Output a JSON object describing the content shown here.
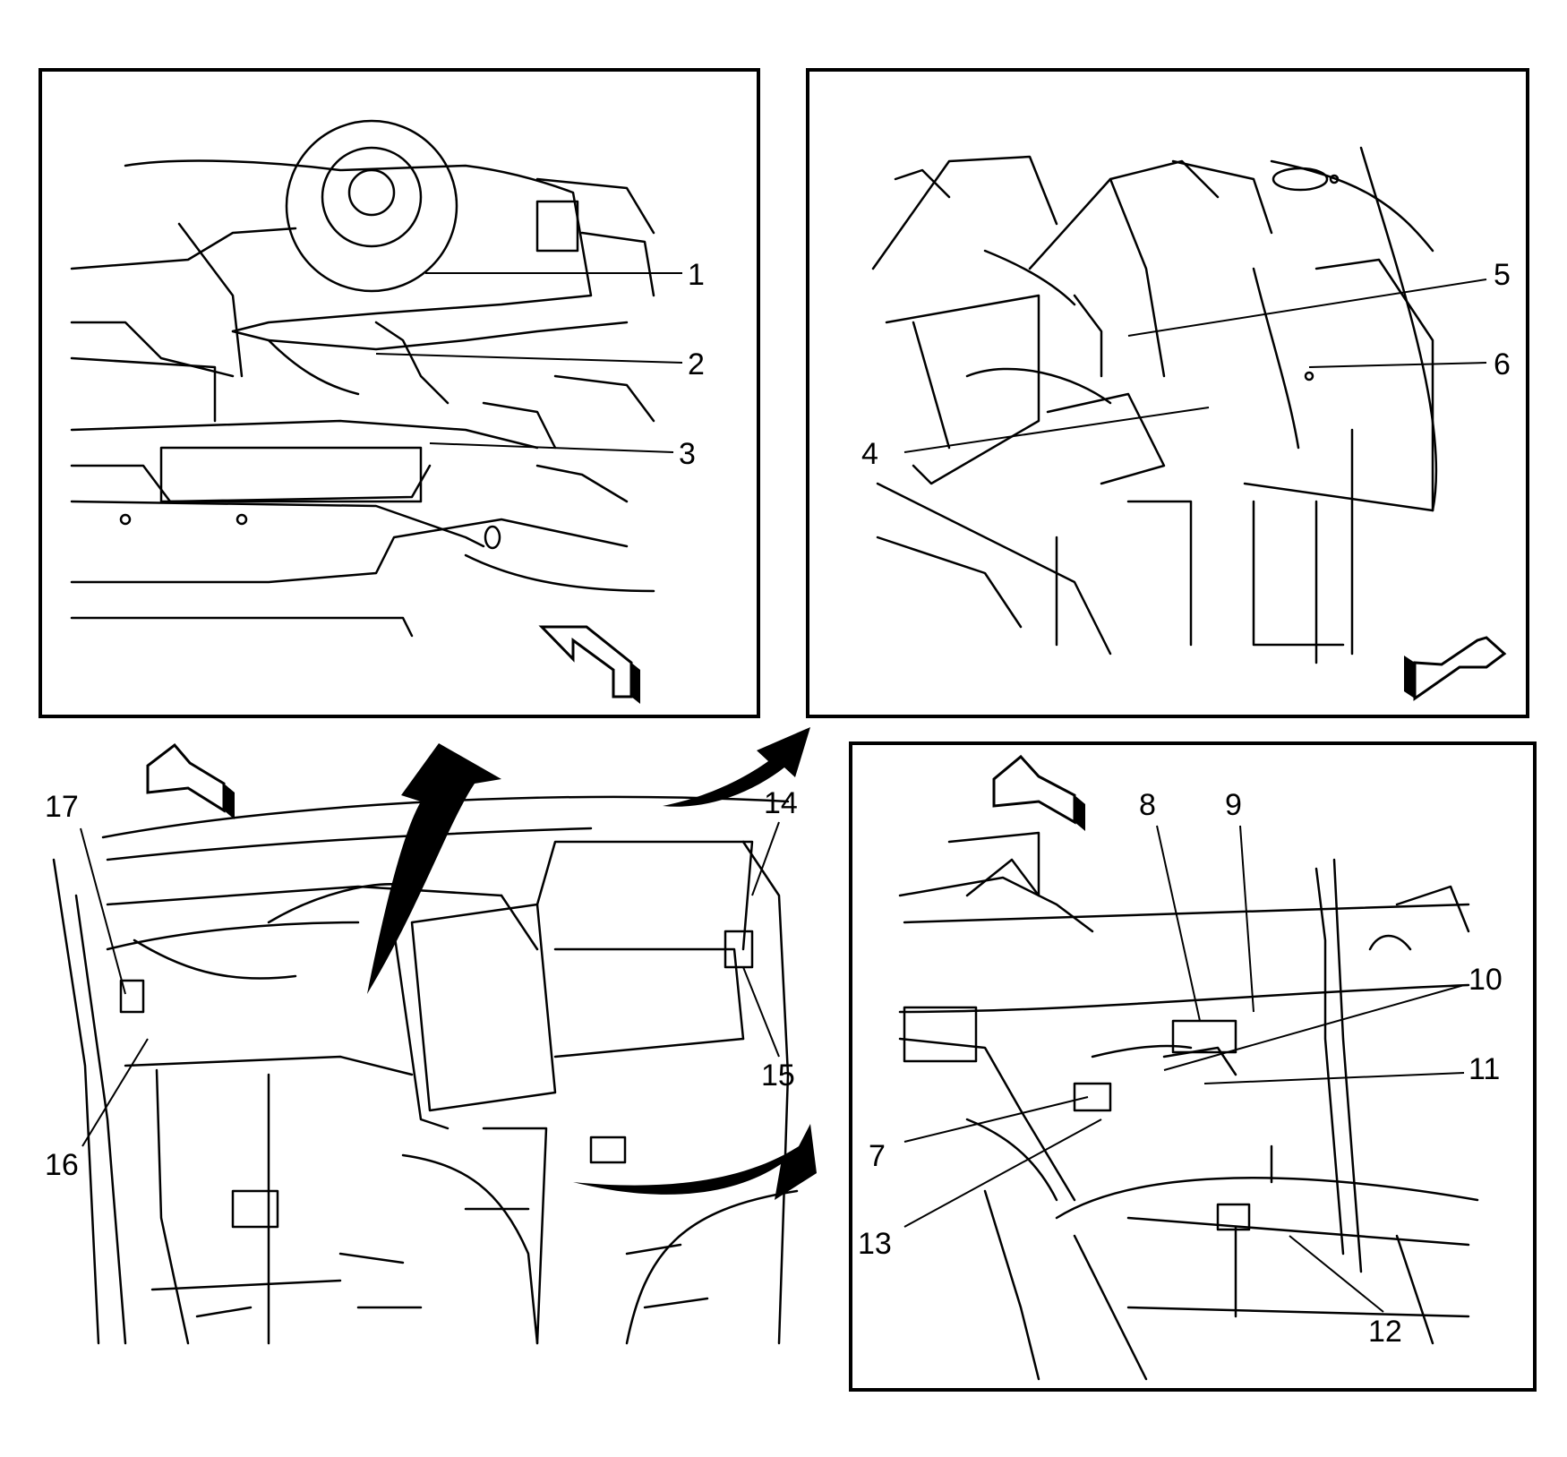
{
  "figure": {
    "panels": [
      {
        "id": "top-left",
        "callouts": [
          {
            "label": "1"
          },
          {
            "label": "2"
          },
          {
            "label": "3"
          }
        ]
      },
      {
        "id": "top-right",
        "callouts": [
          {
            "label": "4"
          },
          {
            "label": "5"
          },
          {
            "label": "6"
          }
        ]
      },
      {
        "id": "bottom-left",
        "callouts": [
          {
            "label": "14"
          },
          {
            "label": "15"
          },
          {
            "label": "16"
          },
          {
            "label": "17"
          }
        ]
      },
      {
        "id": "bottom-right",
        "callouts": [
          {
            "label": "7"
          },
          {
            "label": "8"
          },
          {
            "label": "9"
          },
          {
            "label": "10"
          },
          {
            "label": "11"
          },
          {
            "label": "12"
          },
          {
            "label": "13"
          }
        ]
      }
    ],
    "colors": {
      "ink": "#000000",
      "paper": "#ffffff"
    },
    "icons": [
      "direction-arrow-icon",
      "view-transition-arrow-icon"
    ]
  }
}
